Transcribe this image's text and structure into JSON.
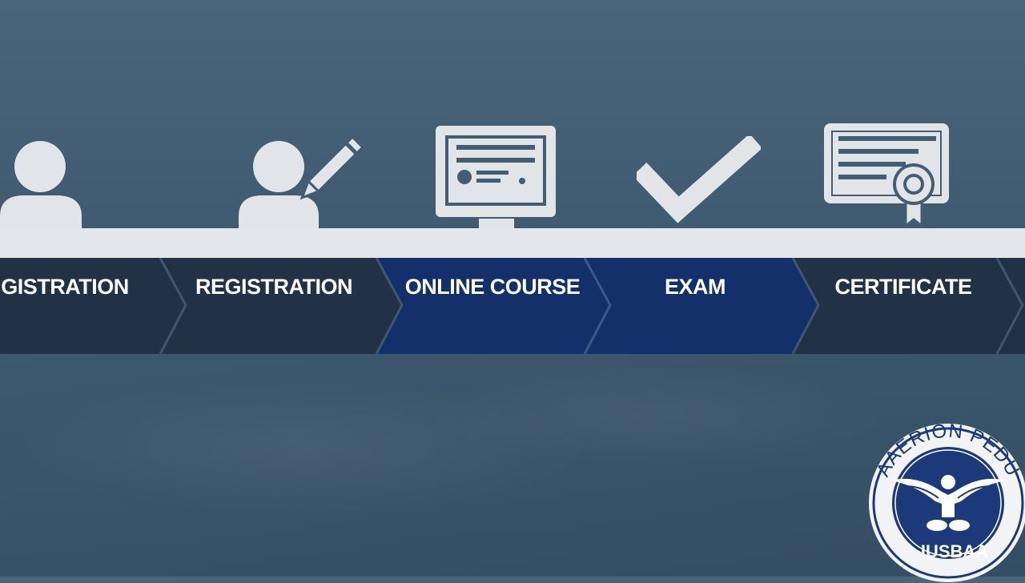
{
  "steps": [
    {
      "label": "GISTRATION",
      "icon": "person-icon",
      "state": "inactive"
    },
    {
      "label": "REGISTRATION",
      "icon": "person-pencil-icon",
      "state": "inactive"
    },
    {
      "label": "ONLINE COURSE",
      "icon": "monitor-icon",
      "state": "active"
    },
    {
      "label": "EXAM",
      "icon": "checkmark-icon",
      "state": "active"
    },
    {
      "label": "CERTIFICATE",
      "icon": "certificate-icon",
      "state": "inactive"
    }
  ],
  "seal": {
    "top_text": "AAERION PEDU",
    "bottom_text": "IUSBAA",
    "icon": "eagle-emblem-icon"
  },
  "colors": {
    "background": "#435d73",
    "bar": "#e4e7ea",
    "icon": "#e2e5e8",
    "step_inactive": "#223246",
    "step_active": "#14306a",
    "seal_blue": "#1c3a7a"
  }
}
